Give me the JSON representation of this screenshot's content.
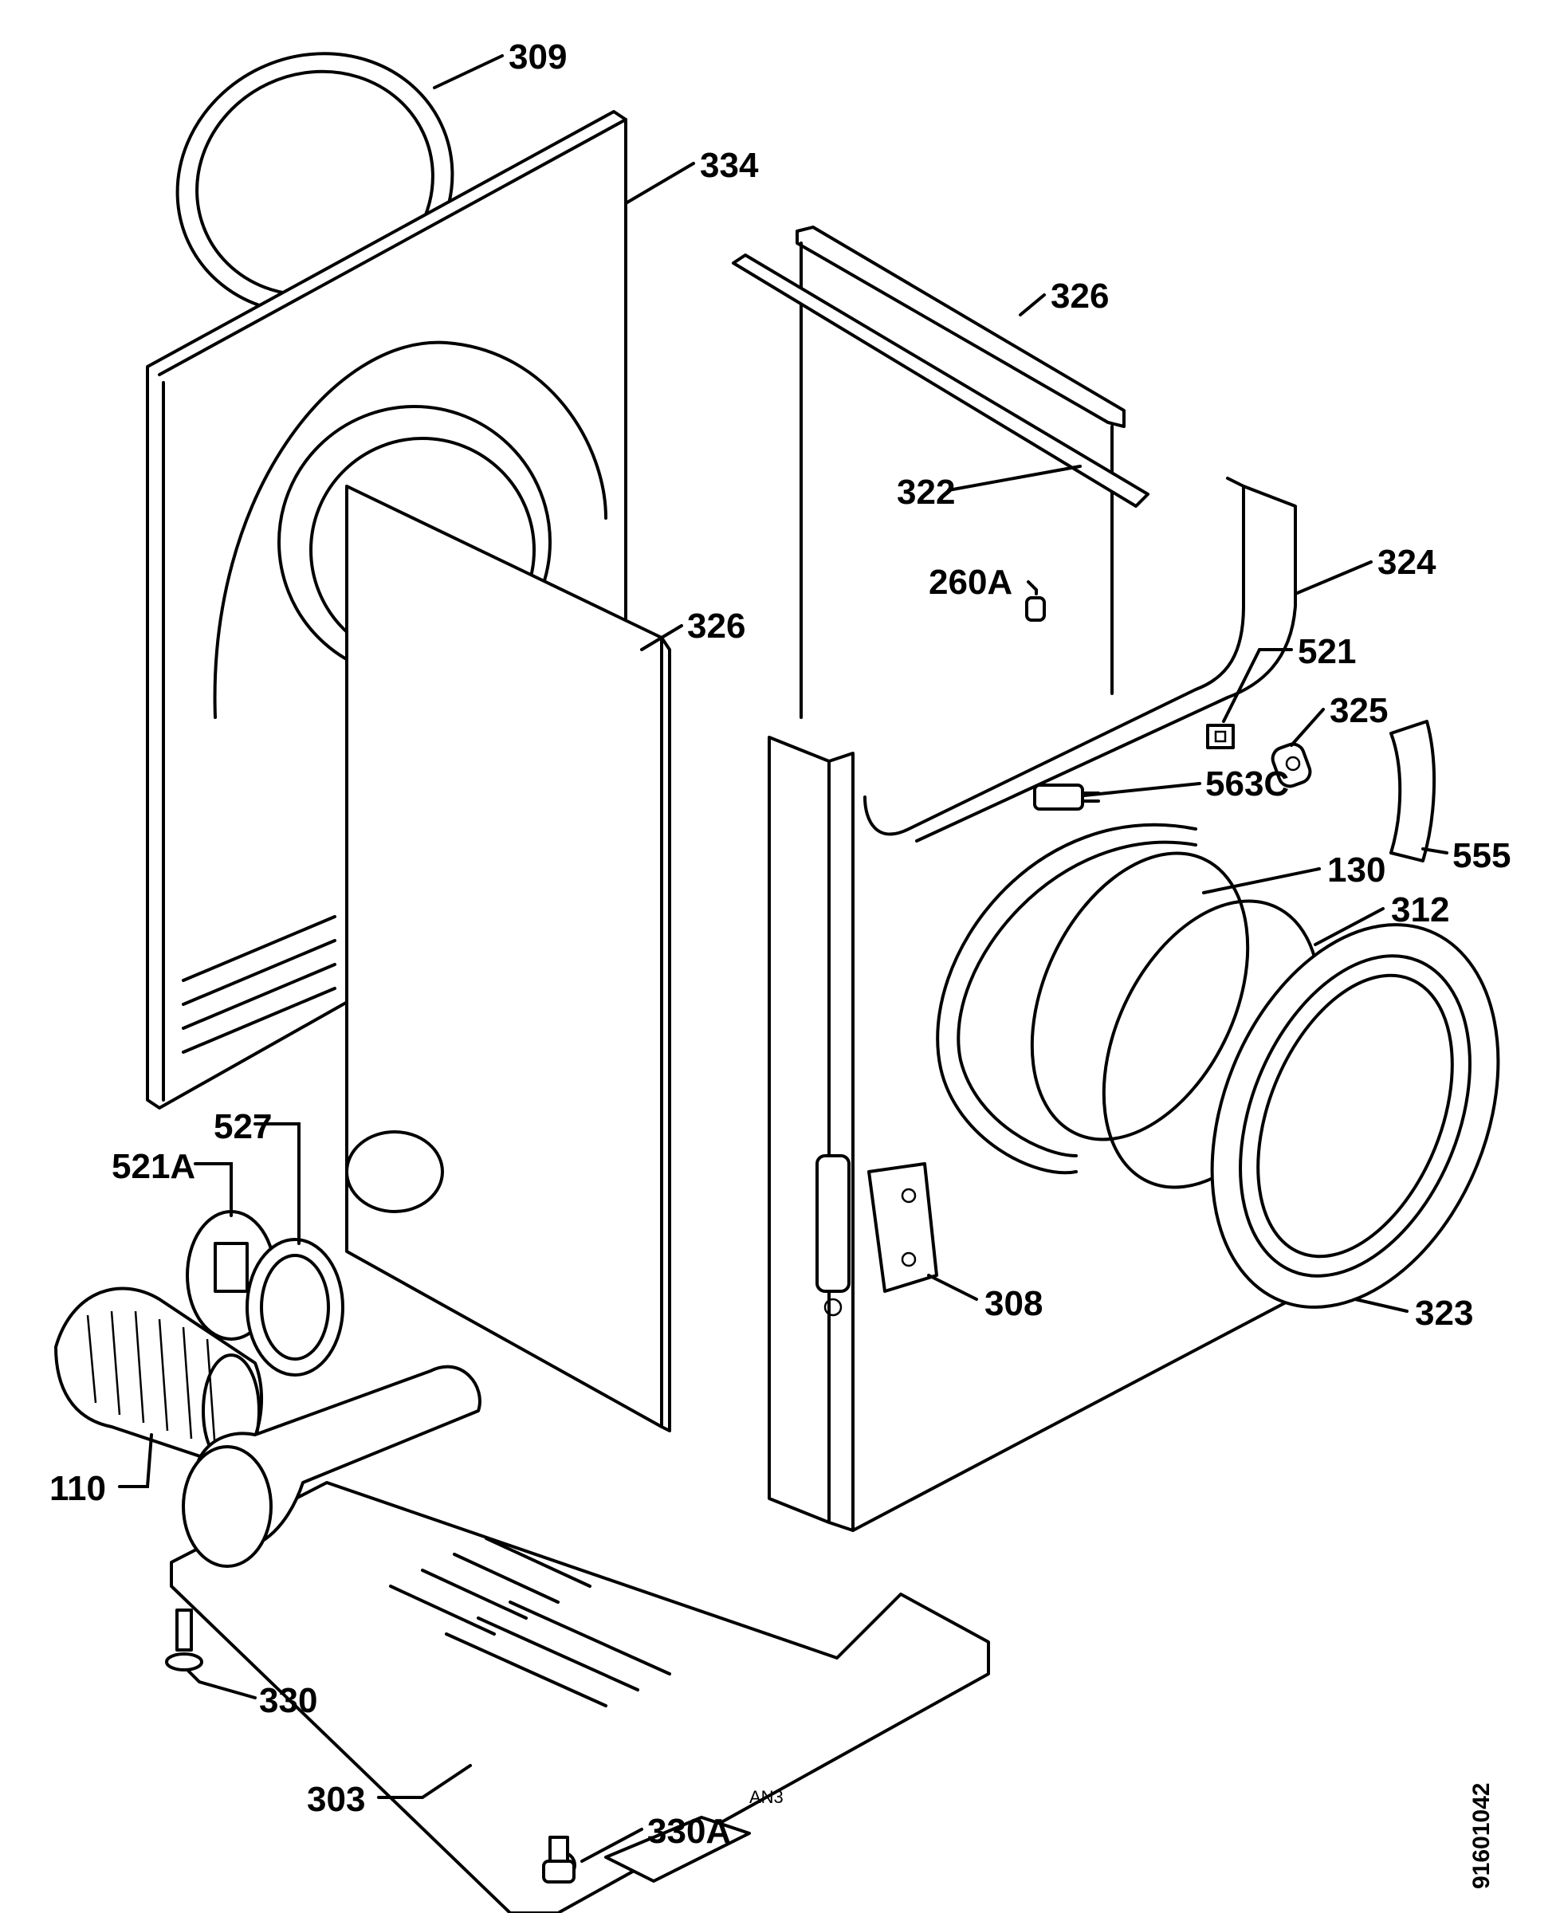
{
  "diagram_code": "91601042",
  "stamp": "AN3",
  "part_labels": {
    "p309": "309",
    "p334": "334",
    "p326_top": "326",
    "p322": "322",
    "p324": "324",
    "p260A": "260A",
    "p326_panel": "326",
    "p521": "521",
    "p325": "325",
    "p563C": "563C",
    "p555": "555",
    "p130": "130",
    "p312": "312",
    "p527": "527",
    "p521A": "521A",
    "p308": "308",
    "p323": "323",
    "p110": "110",
    "p330": "330",
    "p303": "303",
    "p330A": "330A"
  }
}
